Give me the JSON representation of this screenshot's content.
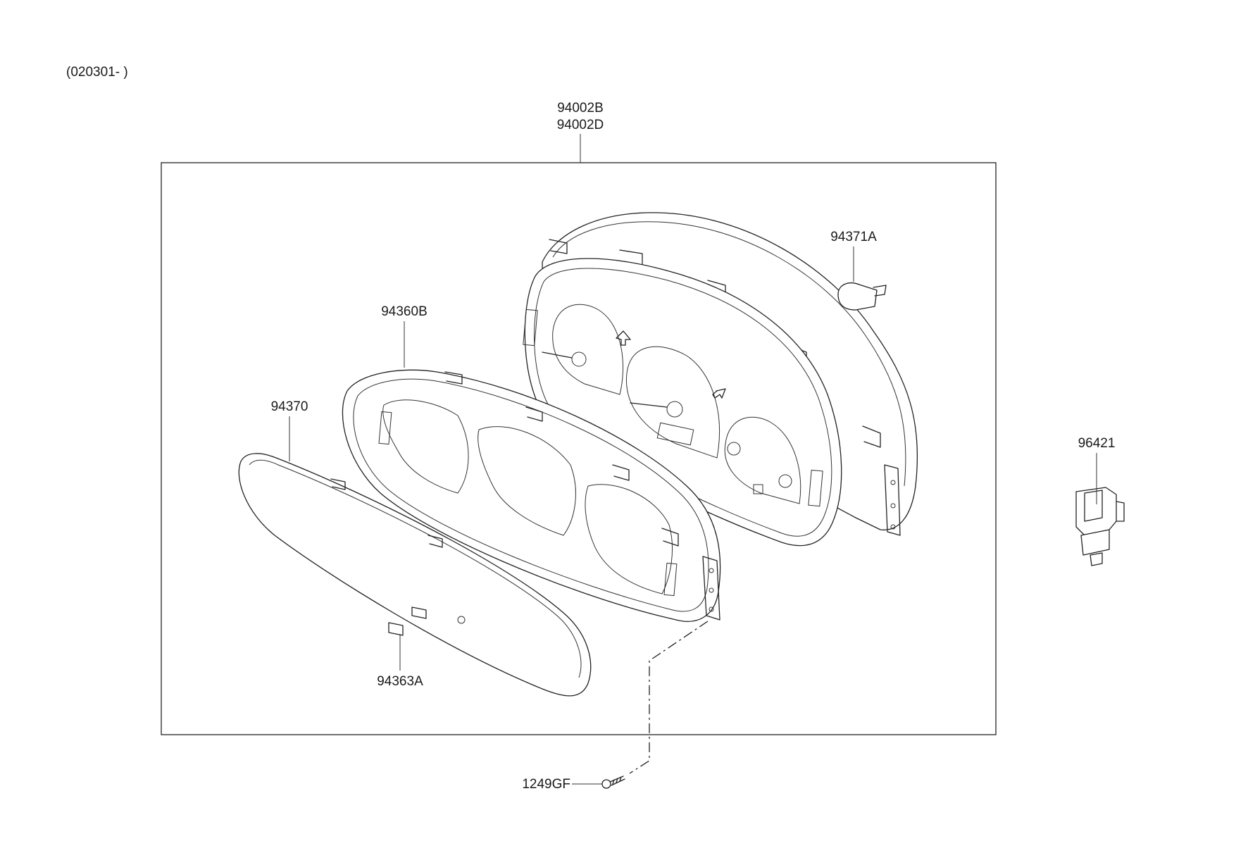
{
  "date_code": "(020301- )",
  "parts": {
    "assembly": [
      "94002B",
      "94002D"
    ],
    "bulb": "94371A",
    "housing_frame": "94360B",
    "glass_window": "94370",
    "clip": "94363A",
    "screw": "1249GF",
    "sensor": "96421"
  }
}
